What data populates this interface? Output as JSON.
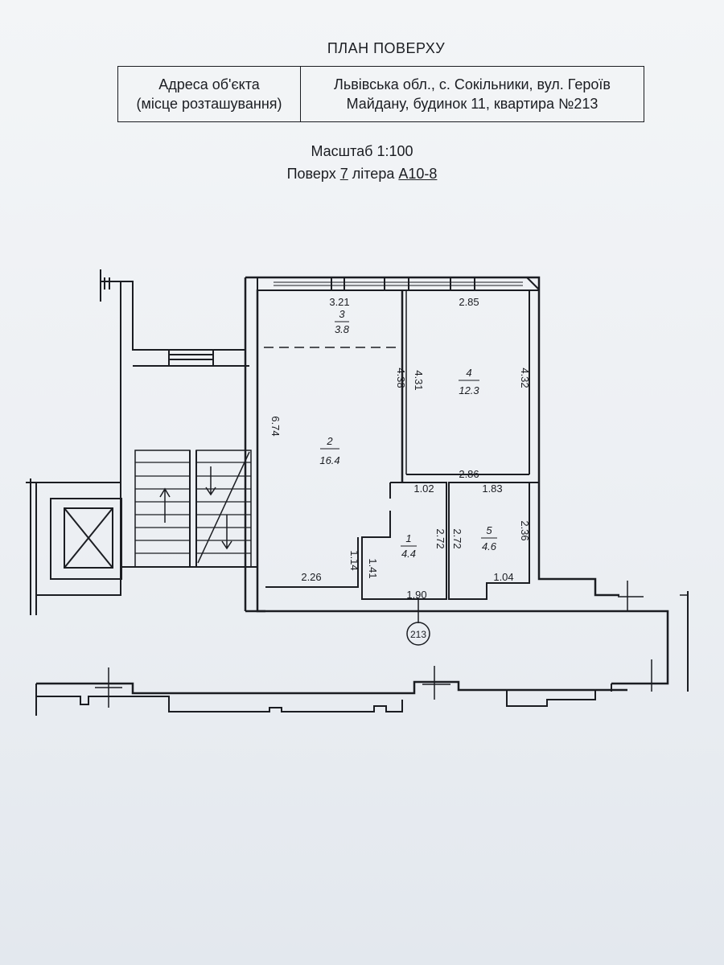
{
  "header": {
    "title": "ПЛАН ПОВЕРХУ",
    "address_label_line1": "Адреса об'єкта",
    "address_label_line2": "(місце розташування)",
    "address_value_line1": "Львівська обл., с. Сокільники, вул. Героїв",
    "address_value_line2": "Майдану, будинок 11, квартира №213"
  },
  "scale": "Масштаб 1:100",
  "floor": {
    "prefix": "Поверх",
    "number": "7",
    "litera_label": "літера",
    "litera": "А10-8"
  },
  "rooms": [
    {
      "id": "room-1",
      "number": "1",
      "area": "4.4"
    },
    {
      "id": "room-2",
      "number": "2",
      "area": "16.4"
    },
    {
      "id": "room-3",
      "number": "3",
      "area": "3.8"
    },
    {
      "id": "room-4",
      "number": "4",
      "area": "12.3"
    },
    {
      "id": "room-5",
      "number": "5",
      "area": "4.6"
    }
  ],
  "dimensions": {
    "d321": "3.21",
    "d285": "2.85",
    "d438": "4.38",
    "d431": "4.31",
    "d432": "4.32",
    "d674": "6.74",
    "d286": "2.86",
    "d102": "1.02",
    "d183": "1.83",
    "d236": "2.36",
    "d272a": "2.72",
    "d272b": "2.72",
    "d114": "1.14",
    "d141": "1.41",
    "d226": "2.26",
    "d104": "1.04",
    "d190": "1.90"
  },
  "apartment_marker": "213"
}
